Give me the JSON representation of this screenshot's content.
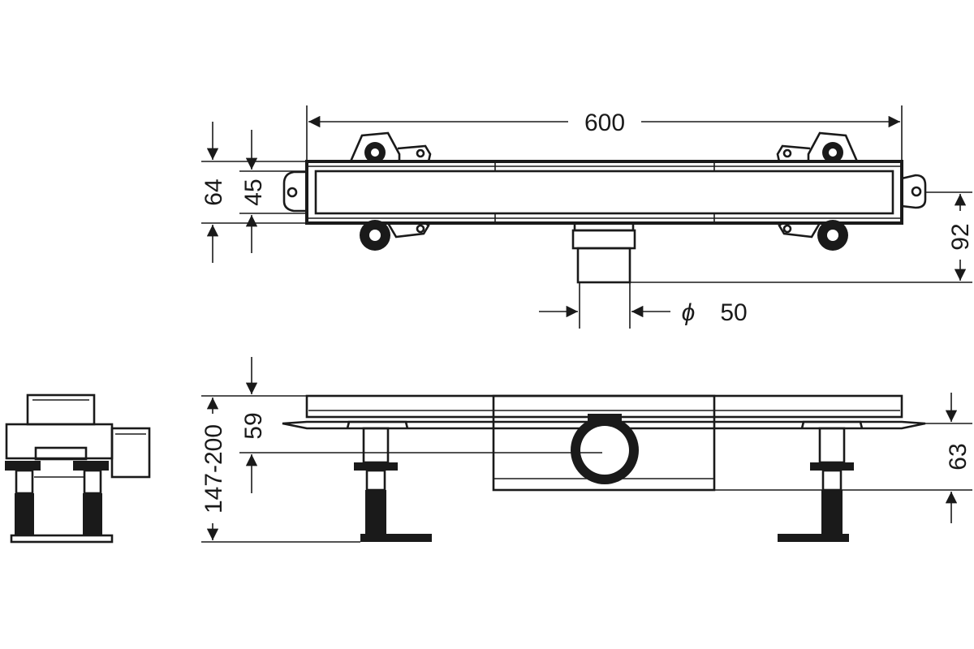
{
  "dimensions": {
    "length_total": "600",
    "height_64": "64",
    "height_45": "45",
    "outlet_depth": "92",
    "outlet_diameter_symbol": "ϕ",
    "outlet_diameter": "50",
    "install_height_range": "147-200",
    "height_59": "59",
    "height_63": "63"
  },
  "colors": {
    "line": "#1a1a1a",
    "background": "#ffffff"
  }
}
